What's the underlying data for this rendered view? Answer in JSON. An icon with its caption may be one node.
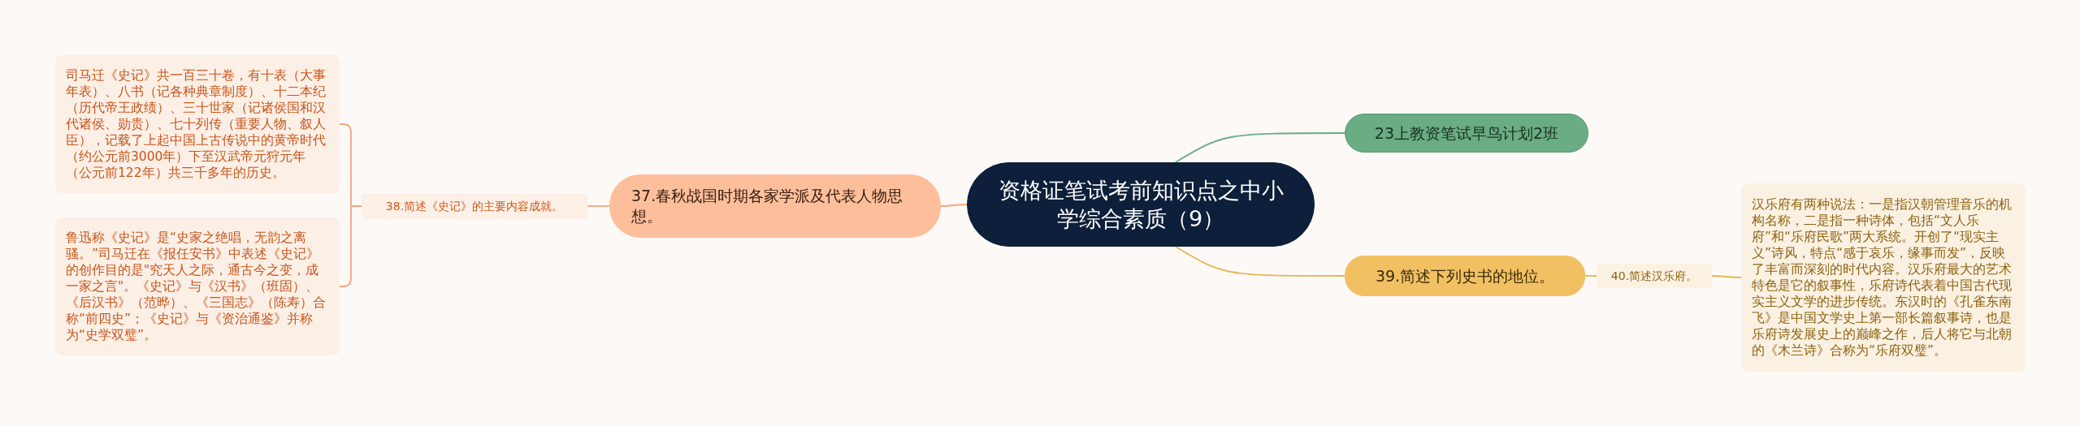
{
  "diagram": {
    "nodes": [
      {
        "text": [
          "资格证笔试考前知识点之中小学综合素质（9）"
        ]
      },
      {
        "text": [
          "23上教资笔试早鸟计划2班"
        ]
      },
      {
        "text": [
          "37.春秋战国时期各家学派及代表人物思想。"
        ]
      },
      {
        "text": [
          "38.简述《史记》的主要内容成就。"
        ]
      },
      {
        "text": [
          "司马迁《史记》共一百三十卷，有十表（大事年表）、八书（记各种典章制度）、十二本纪（历代帝王政绩）、三十世家（记诸侯国和汉代诸侯、勋贵）、七十列传（重要人物、叙人臣），记载了上起中国上古传说中的黄帝时代（约公元前3000年）下至汉武帝元狩元年（公元前122年）共三千多年的历史。"
        ]
      },
      {
        "text": [
          "鲁迅称《史记》是“史家之绝唱，无韵之离骚。”司马迁在《报任安书》中表述《史记》的创作目的是\"究天人之际，通古今之变，成一家之言\"。《史记》与《汉书》（班固）、《后汉书》（范晔）、《三国志》（陈寿）合称“前四史”；《史记》与《资治通鉴》并称为“史学双璧”。"
        ]
      },
      {
        "text": [
          "39.简述下列史书的地位。"
        ]
      },
      {
        "text": [
          "40.简述汉乐府。"
        ]
      },
      {
        "text": [
          "汉乐府有两种说法：一是指汉朝管理音乐的机构名称，二是指一种诗体，包括“文人乐府”和“乐府民歌”两大系统。开创了“现实主义”诗风，特点“感于哀乐，缘事而发”，反映了丰富而深刻的时代内容。汉乐府最大的艺术特色是它的叙事性，乐府诗代表着中国古代现实主义文学的进步传统。东汉时的《孔雀东南飞》是中国文学史上第一部长篇叙事诗，也是乐府诗发展史上的巅峰之作，后人将它与北朝的《木兰诗》合称为“乐府双璧”。"
        ]
      }
    ],
    "edges": [
      {
        "from": 0,
        "to": 1,
        "arrow": "none",
        "color": "#6aac83"
      },
      {
        "from": 0,
        "to": 2,
        "arrow": "none"
      },
      {
        "from": 2,
        "to": 3,
        "arrow": "none"
      },
      {
        "from": 3,
        "to": 4,
        "arrow": "none"
      },
      {
        "from": 3,
        "to": 5,
        "arrow": "none"
      },
      {
        "from": 0,
        "to": 6,
        "arrow": "none",
        "color": "#e6b655"
      },
      {
        "from": 6,
        "to": 7,
        "arrow": "none",
        "color": "#e6b655"
      },
      {
        "from": 7,
        "to": 8,
        "arrow": "none",
        "color": "#e6b655"
      }
    ]
  }
}
